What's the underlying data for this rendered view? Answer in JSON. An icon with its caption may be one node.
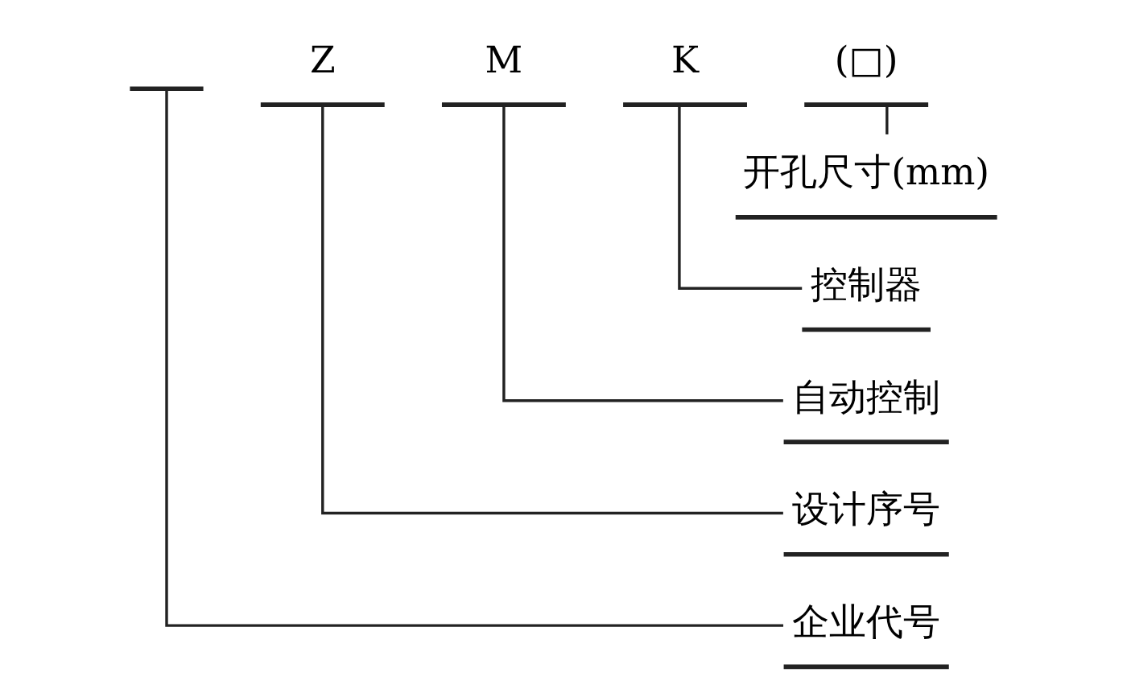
{
  "diagram": {
    "nodes": [
      {
        "text": [],
        "shape": "bar"
      },
      {
        "text": [
          "Z"
        ]
      },
      {
        "text": [
          "M"
        ]
      },
      {
        "text": [
          "K"
        ]
      },
      {
        "text": [
          "(□)"
        ]
      },
      {
        "text": [
          "开孔尺寸(mm)"
        ]
      },
      {
        "text": [
          "控制器"
        ]
      },
      {
        "text": [
          "自动控制"
        ]
      },
      {
        "text": [
          "设计序号"
        ]
      },
      {
        "text": [
          "企业代号"
        ]
      }
    ],
    "edges": [
      {
        "from": 4,
        "to": 5,
        "arrow": "none"
      },
      {
        "from": 3,
        "to": 6,
        "arrow": "none"
      },
      {
        "from": 2,
        "to": 7,
        "arrow": "none"
      },
      {
        "from": 1,
        "to": 8,
        "arrow": "none"
      },
      {
        "from": 0,
        "to": 9,
        "arrow": "none"
      }
    ]
  }
}
